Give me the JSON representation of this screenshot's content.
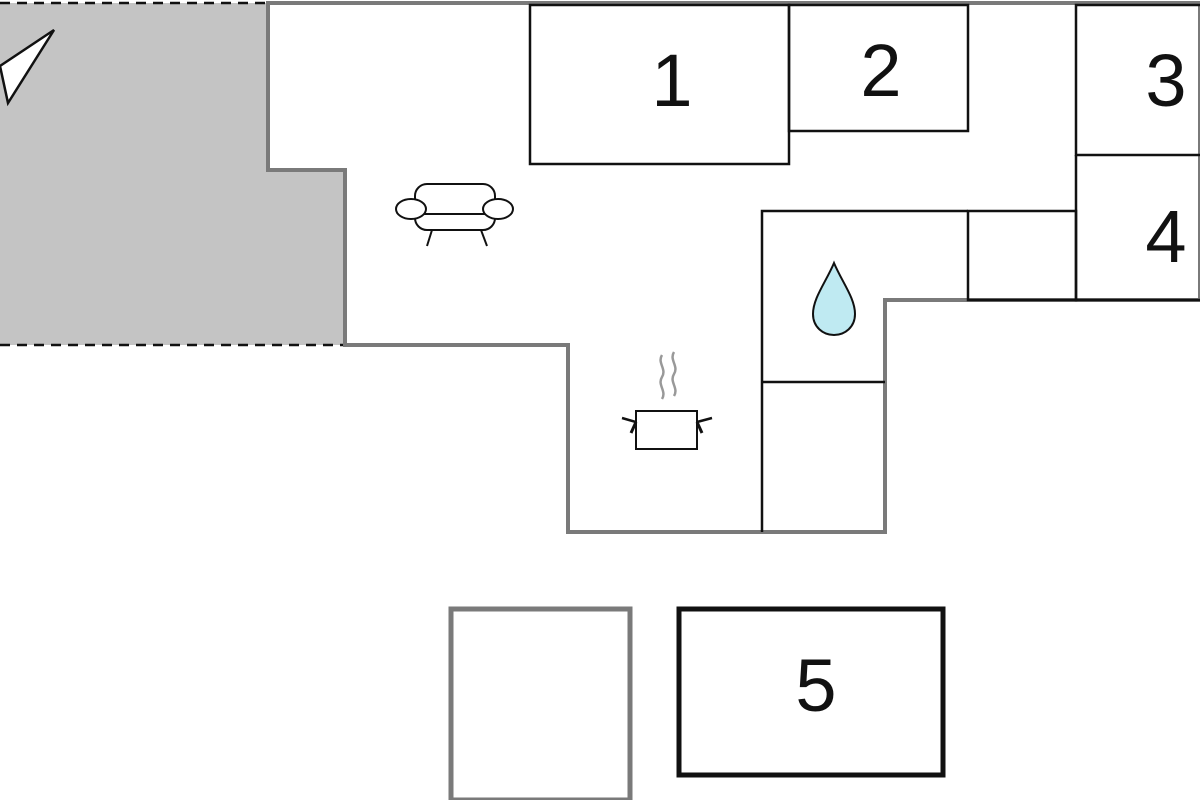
{
  "colors": {
    "background": "#ffffff",
    "terrace_fill": "#c4c4c4",
    "outer_wall": "#7a7a7a",
    "inner_wall": "#111111",
    "dashed_edge": "#111111",
    "water_drop": "#bfeaf2"
  },
  "icons": [
    "compass-north-icon",
    "sofa-icon",
    "cooking-pot-icon",
    "water-drop-icon"
  ],
  "rooms": [
    {
      "id": "room-1",
      "label": "1"
    },
    {
      "id": "room-2",
      "label": "2"
    },
    {
      "id": "room-3",
      "label": "3"
    },
    {
      "id": "room-4",
      "label": "4"
    },
    {
      "id": "room-5",
      "label": "5"
    }
  ]
}
